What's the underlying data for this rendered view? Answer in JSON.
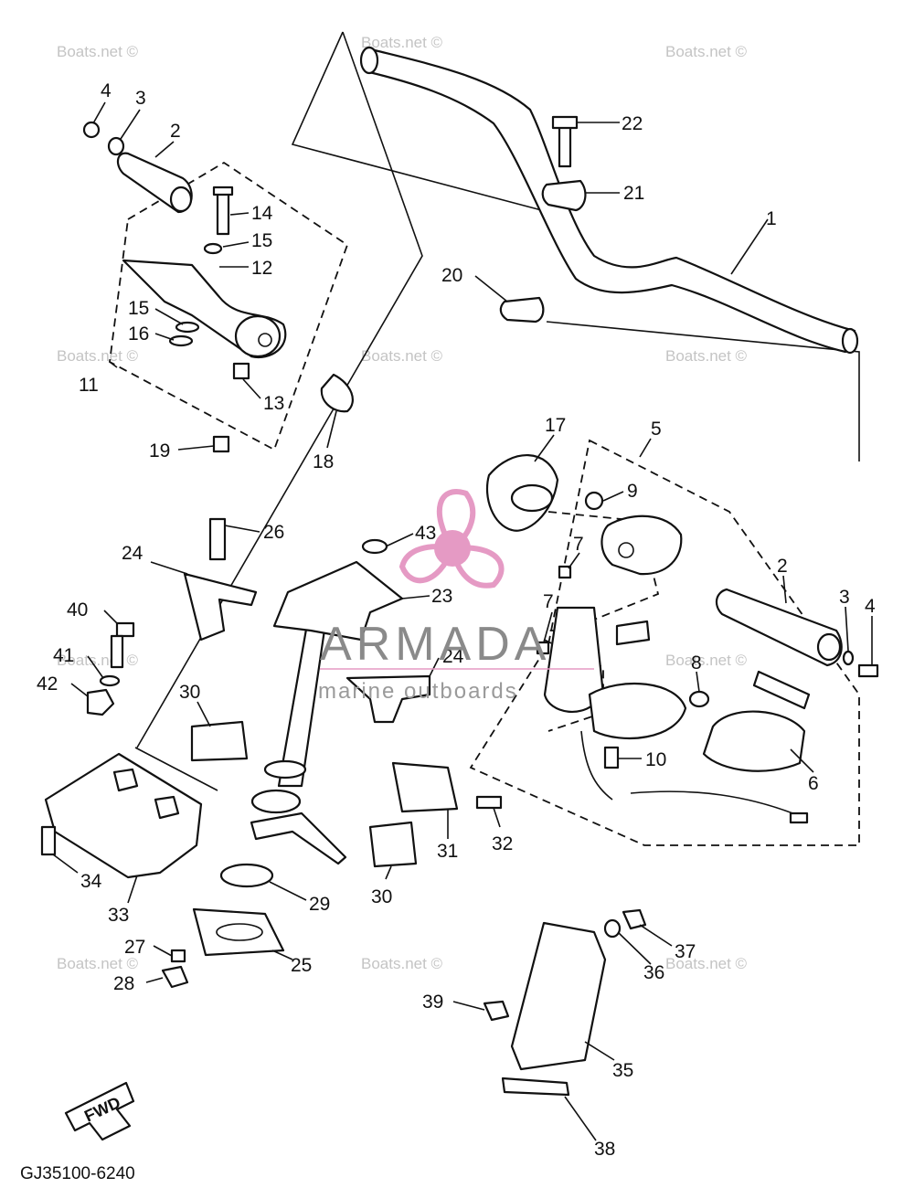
{
  "diagram": {
    "callouts": [
      {
        "id": "c4a",
        "text": "4"
      },
      {
        "id": "c3a",
        "text": "3"
      },
      {
        "id": "c2a",
        "text": "2"
      },
      {
        "id": "c14",
        "text": "14"
      },
      {
        "id": "c15a",
        "text": "15"
      },
      {
        "id": "c12",
        "text": "12"
      },
      {
        "id": "c15b",
        "text": "15"
      },
      {
        "id": "c16",
        "text": "16"
      },
      {
        "id": "c11",
        "text": "11"
      },
      {
        "id": "c13",
        "text": "13"
      },
      {
        "id": "c18",
        "text": "18"
      },
      {
        "id": "c19",
        "text": "19"
      },
      {
        "id": "c22",
        "text": "22"
      },
      {
        "id": "c21",
        "text": "21"
      },
      {
        "id": "c1",
        "text": "1"
      },
      {
        "id": "c20",
        "text": "20"
      },
      {
        "id": "c17",
        "text": "17"
      },
      {
        "id": "c5",
        "text": "5"
      },
      {
        "id": "c9",
        "text": "9"
      },
      {
        "id": "c26",
        "text": "26"
      },
      {
        "id": "c43",
        "text": "43"
      },
      {
        "id": "c24a",
        "text": "24"
      },
      {
        "id": "c23",
        "text": "23"
      },
      {
        "id": "c7a",
        "text": "7"
      },
      {
        "id": "c7b",
        "text": "7"
      },
      {
        "id": "c2b",
        "text": "2"
      },
      {
        "id": "c3b",
        "text": "3"
      },
      {
        "id": "c4b",
        "text": "4"
      },
      {
        "id": "c40",
        "text": "40"
      },
      {
        "id": "c24b",
        "text": "24"
      },
      {
        "id": "c41",
        "text": "41"
      },
      {
        "id": "c42",
        "text": "42"
      },
      {
        "id": "c8",
        "text": "8"
      },
      {
        "id": "c30a",
        "text": "30"
      },
      {
        "id": "c10",
        "text": "10"
      },
      {
        "id": "c6",
        "text": "6"
      },
      {
        "id": "c31",
        "text": "31"
      },
      {
        "id": "c32",
        "text": "32"
      },
      {
        "id": "c34",
        "text": "34"
      },
      {
        "id": "c30b",
        "text": "30"
      },
      {
        "id": "c29",
        "text": "29"
      },
      {
        "id": "c33",
        "text": "33"
      },
      {
        "id": "c37",
        "text": "37"
      },
      {
        "id": "c27",
        "text": "27"
      },
      {
        "id": "c36",
        "text": "36"
      },
      {
        "id": "c25",
        "text": "25"
      },
      {
        "id": "c28",
        "text": "28"
      },
      {
        "id": "c39",
        "text": "39"
      },
      {
        "id": "c35",
        "text": "35"
      },
      {
        "id": "c38",
        "text": "38"
      }
    ],
    "fwd_label": "FWD",
    "drawing_code": "GJ35100-6240"
  },
  "watermark": {
    "site": "Boats.net ©",
    "brand": "ARMADA",
    "brand_sub": "marine outboards",
    "brand_color": "#e59ac4"
  }
}
